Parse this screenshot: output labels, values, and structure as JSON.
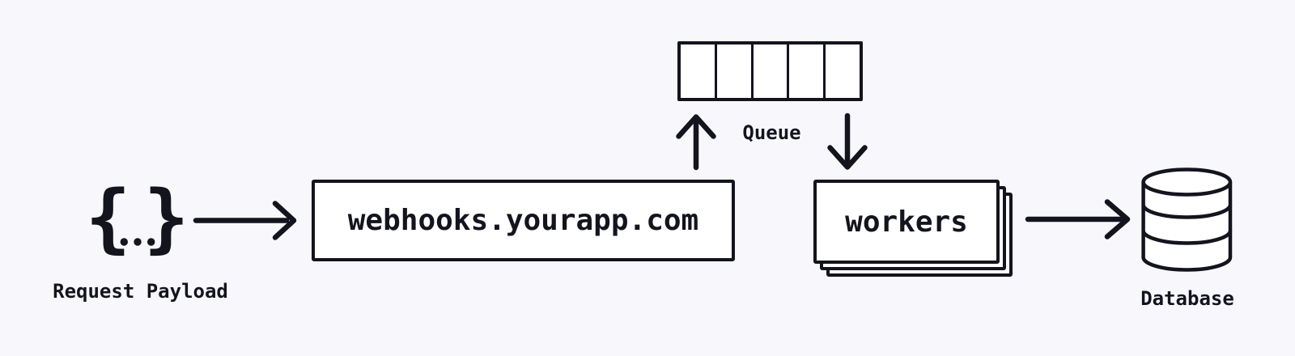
{
  "diagram": {
    "title": "webhook-processing-architecture",
    "colors": {
      "background": "#f8f8fc",
      "ink": "#14141f",
      "node_fill": "#ffffff"
    },
    "payload_icon": {
      "left_brace": "{",
      "dots": "...",
      "right_brace": "}"
    },
    "nodes": {
      "request_payload": {
        "label": "Request Payload"
      },
      "webhook_server": {
        "label": "webhooks.yourapp.com"
      },
      "queue": {
        "label": "Queue",
        "cell_count": 5
      },
      "workers": {
        "label": "workers",
        "stack_count": 3
      },
      "database": {
        "label": "Database"
      }
    }
  }
}
